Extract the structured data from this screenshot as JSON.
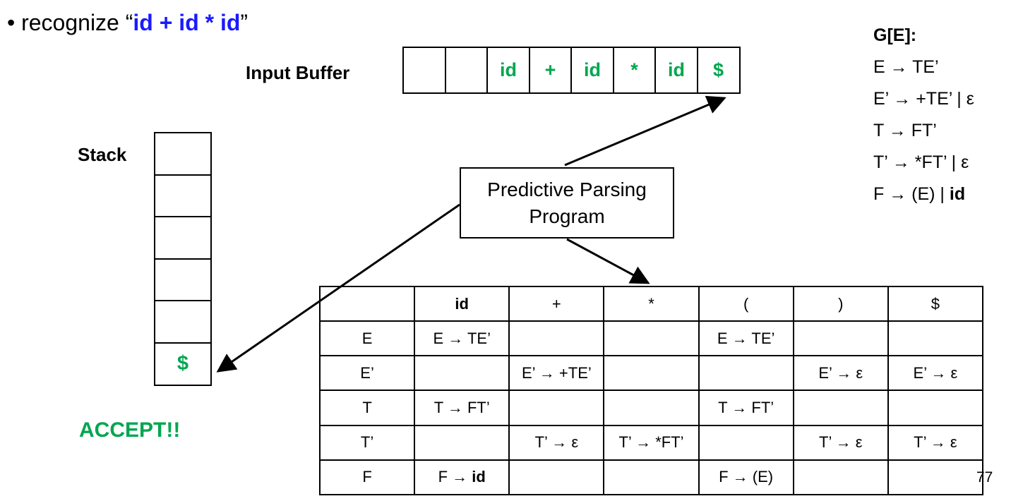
{
  "slide": {
    "bullet": "•",
    "title_prefix": "recognize ",
    "quote_open": "“",
    "title_expr": "id + id * id",
    "quote_close": "”",
    "page_number": "77"
  },
  "colors": {
    "token_green": "#00a64f",
    "expr_blue": "#1a1aff",
    "line_black": "#000000"
  },
  "input_buffer": {
    "label": "Input Buffer",
    "cells": [
      "",
      "",
      "id",
      "+",
      "id",
      "*",
      "id",
      "$"
    ]
  },
  "stack": {
    "label": "Stack",
    "cells": [
      "",
      "",
      "",
      "",
      "",
      "$"
    ]
  },
  "status": {
    "accept": "ACCEPT!!"
  },
  "program_box": {
    "line1": "Predictive Parsing",
    "line2": "Program"
  },
  "grammar": {
    "title": "G[E]:",
    "lines": [
      "E → TE’",
      "E’ → +TE’ | ε",
      "T → FT’",
      "T’ → *FT’ | ε"
    ],
    "last_line_prefix": "F → (E) | ",
    "last_line_bold": "id"
  },
  "parse_table": {
    "header": [
      "",
      "id",
      "+",
      "*",
      "(",
      ")",
      "$"
    ],
    "rows": [
      {
        "cells": [
          "E",
          "E → TE’",
          "",
          "",
          "E → TE’",
          "",
          ""
        ]
      },
      {
        "cells": [
          "E’",
          "",
          "E’ → +TE’",
          "",
          "",
          "E’ → ε",
          "E’ → ε"
        ]
      },
      {
        "cells": [
          "T",
          "T → FT’",
          "",
          "",
          "T → FT’",
          "",
          ""
        ]
      },
      {
        "cells": [
          "T’",
          "",
          "T’ → ε",
          "T’ → *FT’",
          "",
          "T’ → ε",
          "T’ → ε"
        ]
      },
      {
        "cells": [
          "F",
          "",
          "",
          "",
          "F → (E)",
          "",
          ""
        ]
      }
    ],
    "f_id_cell": {
      "prefix": "F → ",
      "bold": "id"
    }
  }
}
